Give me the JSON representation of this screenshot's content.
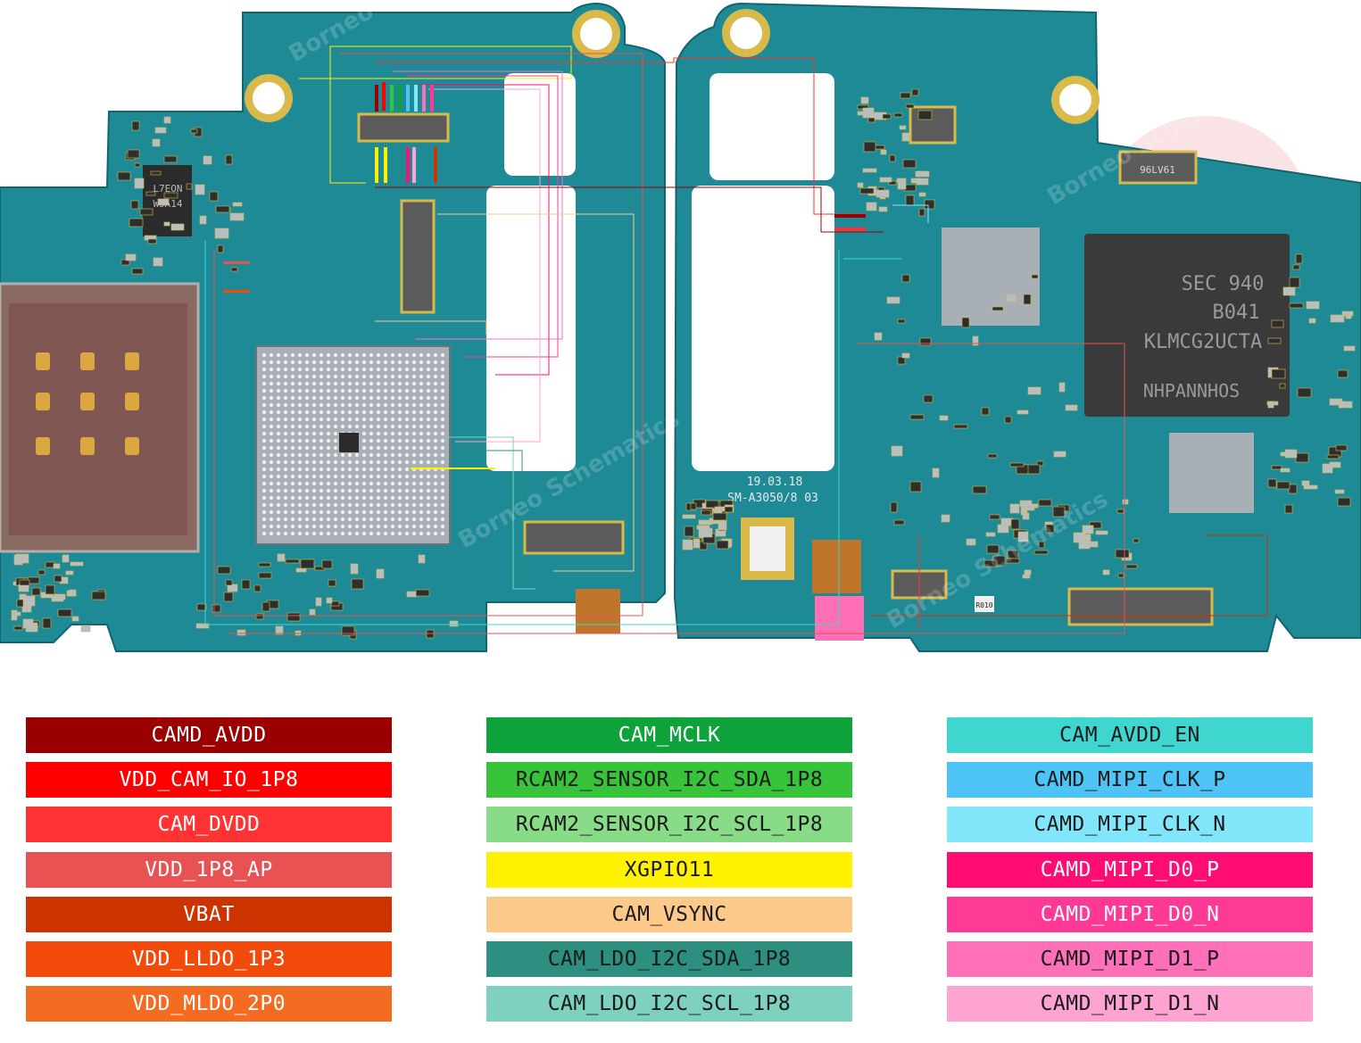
{
  "board": {
    "chip_markings": {
      "memory": [
        "SEC 940",
        "B041",
        "KLMCG2UCTA",
        "NHPANNHOS"
      ],
      "pmic": [
        "L7EON",
        "W9A14"
      ],
      "board_date": "19.03.18",
      "board_model": "SM-A3050/8 03",
      "connector_label": "96LV61",
      "resistor_label": "R010"
    },
    "watermark": "Borneo Schematics",
    "colors": {
      "pcb": "#1e8a96",
      "pcb_dark": "#17707c",
      "silk": "#d4c36a",
      "hole": "#d9b94a"
    }
  },
  "legend": {
    "columns": [
      [
        {
          "label": "CAMD_AVDD",
          "bg": "#9b0000",
          "fg": "#ffffff"
        },
        {
          "label": "VDD_CAM_IO_1P8",
          "bg": "#ff0000",
          "fg": "#ffffff"
        },
        {
          "label": "CAM_DVDD",
          "bg": "#ff3333",
          "fg": "#ffffff"
        },
        {
          "label": "VDD_1P8_AP",
          "bg": "#e85252",
          "fg": "#ffffff"
        },
        {
          "label": "VBAT",
          "bg": "#cc3300",
          "fg": "#ffffff"
        },
        {
          "label": "VDD_LLDO_1P3",
          "bg": "#f24a0a",
          "fg": "#ffffff"
        },
        {
          "label": "VDD_MLDO_2P0",
          "bg": "#f46b22",
          "fg": "#ffffff"
        }
      ],
      [
        {
          "label": "CAM_MCLK",
          "bg": "#0ea33a",
          "fg": "#ffffff"
        },
        {
          "label": "RCAM2_SENSOR_I2C_SDA_1P8",
          "bg": "#38c43a",
          "fg": "#1a1a1a"
        },
        {
          "label": "RCAM2_SENSOR_I2C_SCL_1P8",
          "bg": "#88dc88",
          "fg": "#1a1a1a"
        },
        {
          "label": "XGPIO11",
          "bg": "#fff200",
          "fg": "#1a1a1a"
        },
        {
          "label": "CAM_VSYNC",
          "bg": "#fdc98a",
          "fg": "#1a1a1a"
        },
        {
          "label": "CAM_LDO_I2C_SDA_1P8",
          "bg": "#2c8f80",
          "fg": "#1a1a1a"
        },
        {
          "label": "CAM_LDO_I2C_SCL_1P8",
          "bg": "#7fd1bf",
          "fg": "#1a1a1a"
        }
      ],
      [
        {
          "label": "CAM_AVDD_EN",
          "bg": "#40d6d0",
          "fg": "#1a1a1a"
        },
        {
          "label": "CAMD_MIPI_CLK_P",
          "bg": "#4ec3f5",
          "fg": "#1a1a1a"
        },
        {
          "label": "CAMD_MIPI_CLK_N",
          "bg": "#82e6fb",
          "fg": "#1a1a1a"
        },
        {
          "label": "CAMD_MIPI_D0_P",
          "bg": "#ff0d72",
          "fg": "#ffffff"
        },
        {
          "label": "CAMD_MIPI_D0_N",
          "bg": "#ff3996",
          "fg": "#ffffff"
        },
        {
          "label": "CAMD_MIPI_D1_P",
          "bg": "#ff70b8",
          "fg": "#1a1a1a"
        },
        {
          "label": "CAMD_MIPI_D1_N",
          "bg": "#ffa3d2",
          "fg": "#1a1a1a"
        }
      ]
    ]
  }
}
